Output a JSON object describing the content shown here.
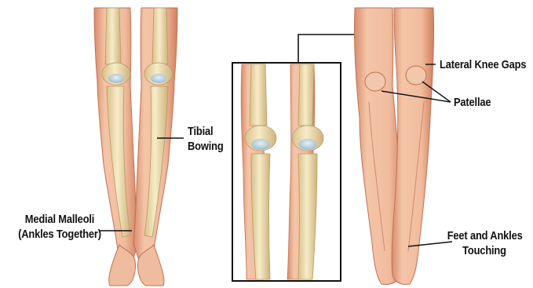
{
  "labels": {
    "tibial_bowing": [
      "Tibial",
      "Bowing"
    ],
    "medial_malleoli": [
      "Medial Malleoli",
      "(Ankles Together)"
    ],
    "lateral_knee_gaps": "Lateral Knee Gaps",
    "patellae": "Patellae",
    "feet_and_ankles": [
      "Feet and Ankles",
      "Touching"
    ]
  },
  "colors": {
    "skin_light": "#f2c2a6",
    "skin_mid": "#e9a385",
    "skin_dark": "#c9785c",
    "bone": "#efe0b3",
    "bone_shade": "#d8c08a",
    "cartilage": "#b9cfe0",
    "line": "#111111"
  }
}
